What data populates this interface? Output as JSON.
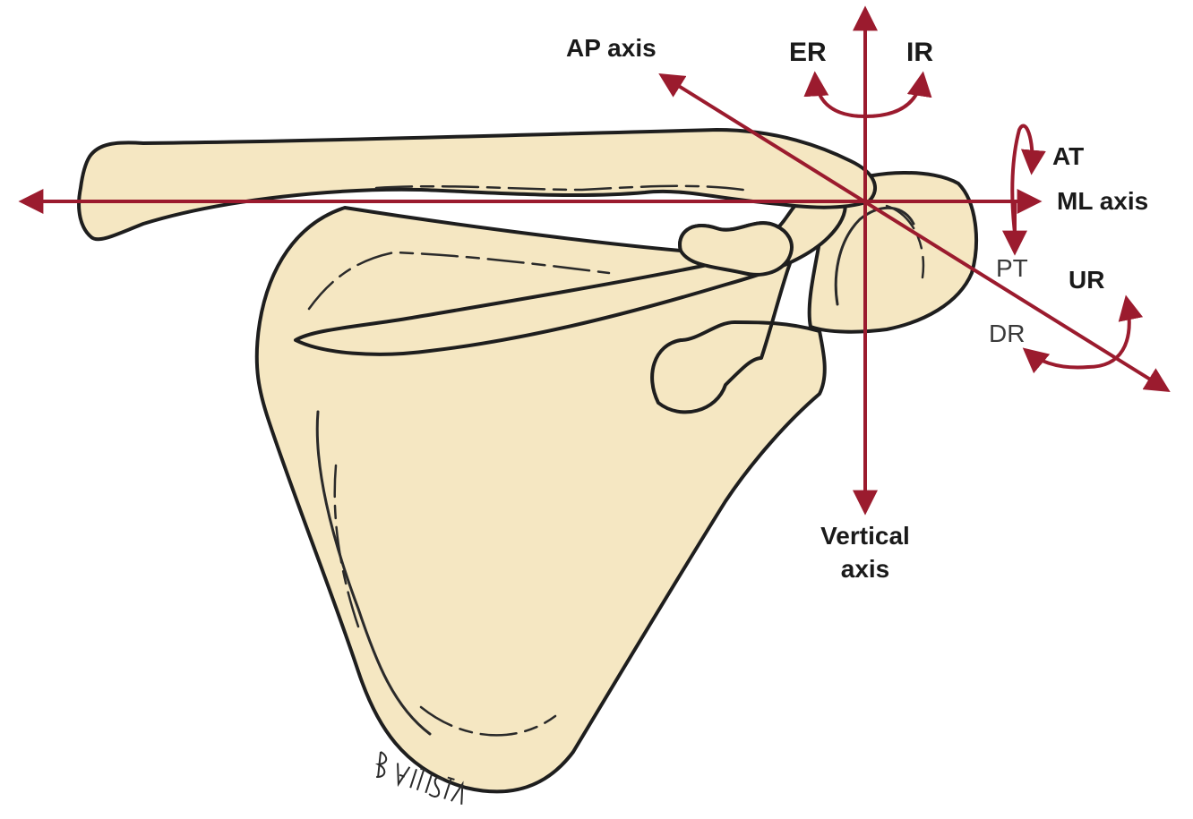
{
  "colors": {
    "axis": "#9b1b2e",
    "bone_fill": "#f5e7c2",
    "bone_outline": "#1e1e1e"
  },
  "labels": {
    "ap_axis": "AP axis",
    "er": "ER",
    "ir": "IR",
    "at": "AT",
    "ml_axis": "ML axis",
    "pt": "PT",
    "ur": "UR",
    "dr": "DR",
    "vertical_axis_line1": "Vertical",
    "vertical_axis_line2": "axis"
  },
  "signature": "Battista"
}
